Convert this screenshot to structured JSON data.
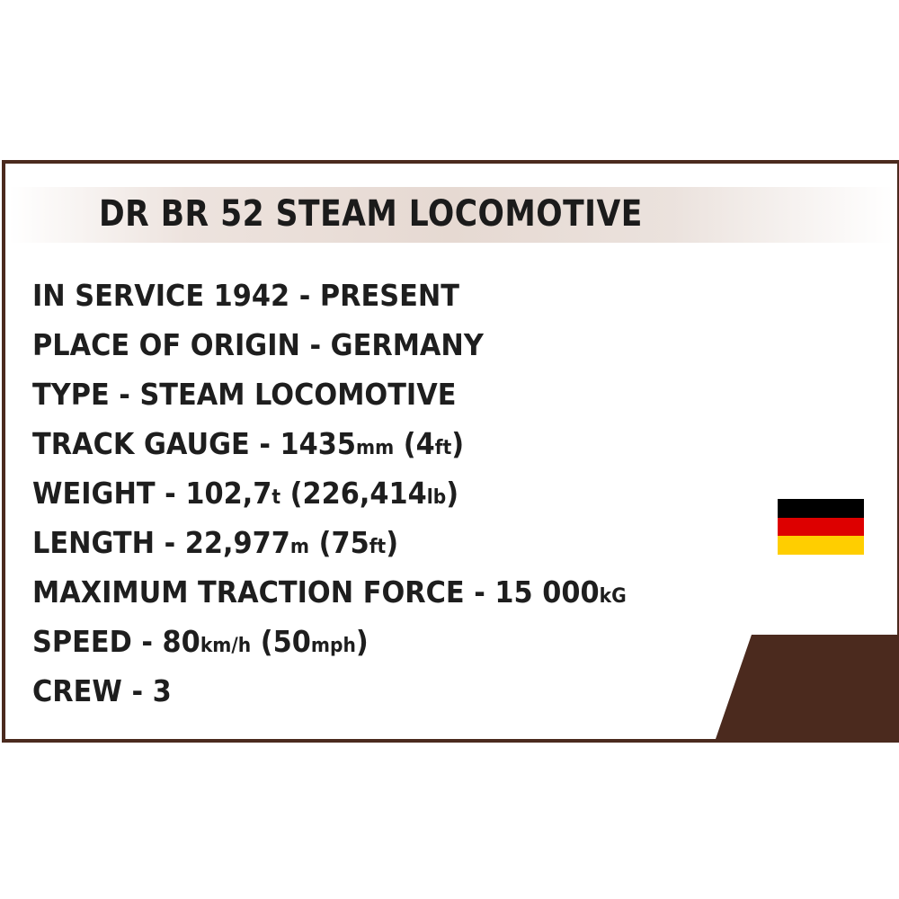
{
  "title": "DR BR 52 STEAM LOCOMOTIVE",
  "specs": [
    {
      "label": "IN SERVICE",
      "sep": " ",
      "value": "1942 - PRESENT",
      "unit": "",
      "extra": "",
      "extra_unit": "",
      "extra_close": ""
    },
    {
      "label": "PLACE OF ORIGIN",
      "sep": " - ",
      "value": "GERMANY",
      "unit": "",
      "extra": "",
      "extra_unit": "",
      "extra_close": ""
    },
    {
      "label": "TYPE",
      "sep": " - ",
      "value": "STEAM LOCOMOTIVE",
      "unit": "",
      "extra": "",
      "extra_unit": "",
      "extra_close": ""
    },
    {
      "label": "TRACK GAUGE",
      "sep": " - ",
      "value": "1435",
      "unit": "mm",
      "extra": " (4",
      "extra_unit": "ft",
      "extra_close": ")"
    },
    {
      "label": "WEIGHT",
      "sep": " - ",
      "value": "102,7",
      "unit": "t",
      "extra": " (226,414",
      "extra_unit": "lb",
      "extra_close": ")"
    },
    {
      "label": "LENGTH",
      "sep": " - ",
      "value": "22,977",
      "unit": "m",
      "extra": " (75",
      "extra_unit": "ft",
      "extra_close": ")"
    },
    {
      "label": "MAXIMUM TRACTION FORCE",
      "sep": " - ",
      "value": "15 000",
      "unit": "kG",
      "extra": "",
      "extra_unit": "",
      "extra_close": ""
    },
    {
      "label": "SPEED",
      "sep": " - ",
      "value": "80",
      "unit": "km/h",
      "extra": " (50",
      "extra_unit": "mph",
      "extra_close": ")"
    },
    {
      "label": "CREW",
      "sep": " - ",
      "value": "3",
      "unit": "",
      "extra": "",
      "extra_unit": "",
      "extra_close": ""
    }
  ],
  "flag": {
    "icon": "germany-flag-icon",
    "colors": [
      "#000000",
      "#dd0000",
      "#ffce00"
    ]
  },
  "colors": {
    "frame": "#4b2a1e",
    "text": "#1e1e1e",
    "title_band": "#e6d9d2"
  }
}
